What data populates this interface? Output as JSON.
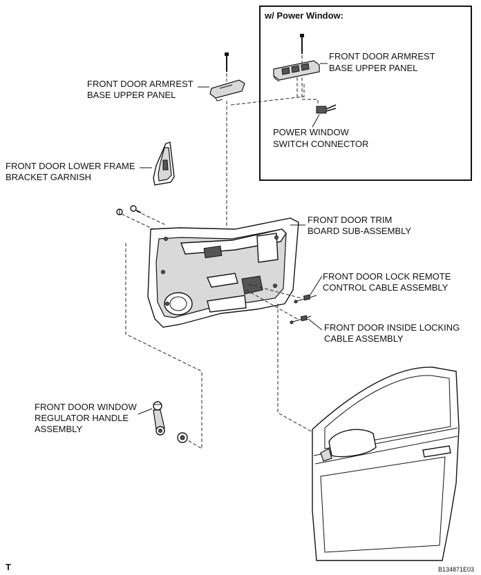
{
  "inset": {
    "title": "w/ Power Window:",
    "armrest_label": [
      "FRONT DOOR ARMREST",
      "BASE UPPER PANEL"
    ],
    "connector_label": [
      "POWER WINDOW",
      "SWITCH CONNECTOR"
    ]
  },
  "labels": {
    "armrest_upper_panel": [
      "FRONT DOOR ARMREST",
      "BASE UPPER PANEL"
    ],
    "lower_frame_garnish": [
      "FRONT DOOR LOWER FRAME",
      "BRACKET GARNISH"
    ],
    "trim_board": [
      "FRONT DOOR TRIM",
      "BOARD SUB-ASSEMBLY"
    ],
    "lock_remote_cable": [
      "FRONT DOOR LOCK REMOTE",
      "CONTROL CABLE ASSEMBLY"
    ],
    "inside_locking_cable": [
      "FRONT DOOR INSIDE LOCKING",
      "CABLE ASSEMBLY"
    ],
    "regulator_handle": [
      "FRONT DOOR WINDOW",
      "REGULATOR HANDLE",
      "ASSEMBLY"
    ]
  },
  "corner_mark": "T",
  "figure_code": "B134871E03"
}
